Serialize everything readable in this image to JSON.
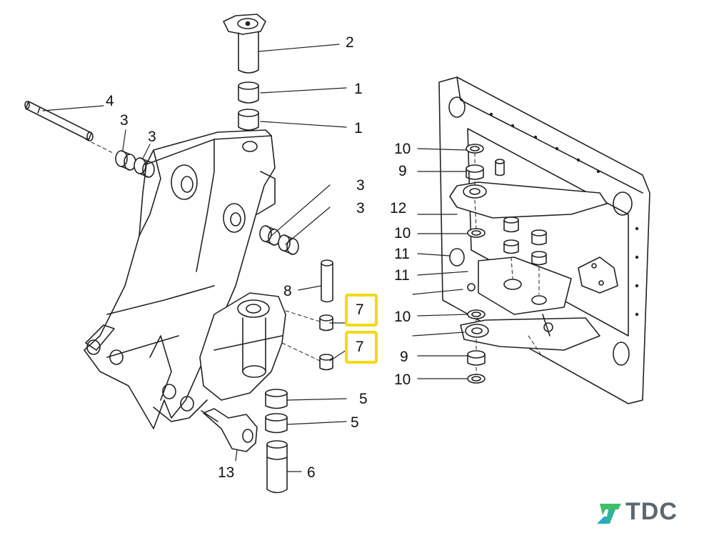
{
  "callouts": [
    {
      "id": "c2",
      "text": "2"
    },
    {
      "id": "c1a",
      "text": "1"
    },
    {
      "id": "c1b",
      "text": "1"
    },
    {
      "id": "c4",
      "text": "4"
    },
    {
      "id": "c3a",
      "text": "3"
    },
    {
      "id": "c3b",
      "text": "3"
    },
    {
      "id": "c3c",
      "text": "3"
    },
    {
      "id": "c3d",
      "text": "3"
    },
    {
      "id": "c8",
      "text": "8"
    },
    {
      "id": "c7a",
      "text": "7"
    },
    {
      "id": "c7b",
      "text": "7"
    },
    {
      "id": "c5a",
      "text": "5"
    },
    {
      "id": "c5b",
      "text": "5"
    },
    {
      "id": "c6",
      "text": "6"
    },
    {
      "id": "c13",
      "text": "13"
    },
    {
      "id": "c10a",
      "text": "10"
    },
    {
      "id": "c9a",
      "text": "9"
    },
    {
      "id": "c12",
      "text": "12"
    },
    {
      "id": "c10b",
      "text": "10"
    },
    {
      "id": "c11a",
      "text": "11"
    },
    {
      "id": "c11b",
      "text": "11"
    },
    {
      "id": "c10c",
      "text": "10"
    },
    {
      "id": "c9b",
      "text": "9"
    },
    {
      "id": "c10d",
      "text": "10"
    }
  ],
  "highlighted_callouts": [
    "c7a",
    "c7b"
  ],
  "highlight_color": "#f2da16",
  "logo": {
    "text": "TDC",
    "icon": "tdc-logo-icon",
    "colors": {
      "text": "#5b6770",
      "accent_green": "#3fbf6a",
      "accent_teal": "#28a8c8"
    }
  }
}
